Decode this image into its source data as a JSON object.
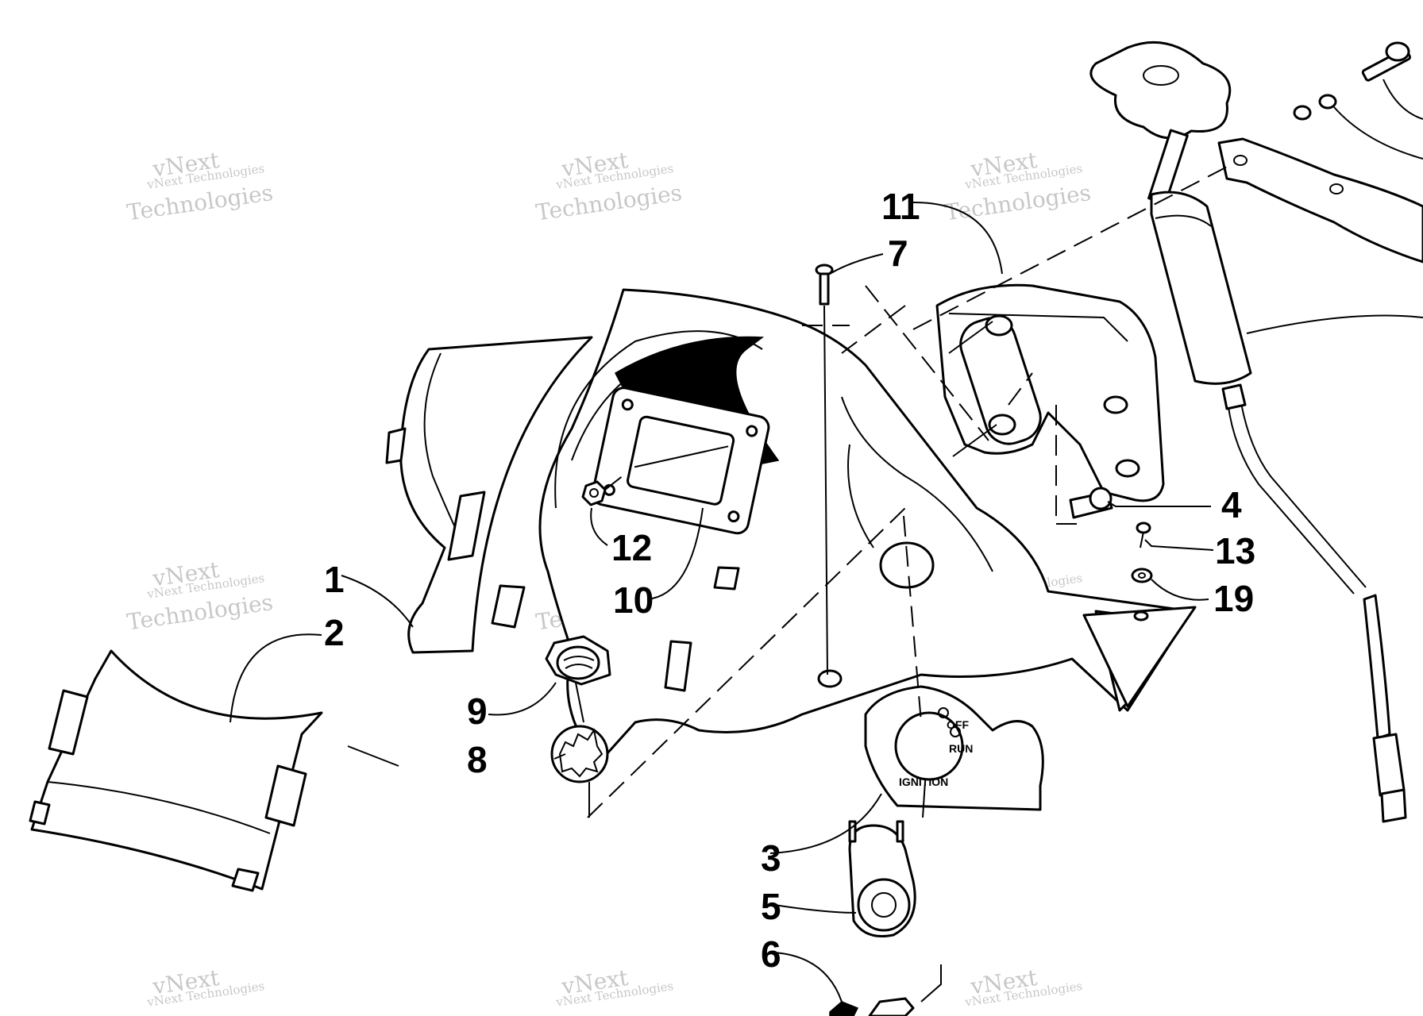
{
  "callouts": [
    {
      "id": "1",
      "label": "1"
    },
    {
      "id": "2",
      "label": "2"
    },
    {
      "id": "3",
      "label": "3"
    },
    {
      "id": "4",
      "label": "4"
    },
    {
      "id": "5",
      "label": "5"
    },
    {
      "id": "6",
      "label": "6"
    },
    {
      "id": "7",
      "label": "7"
    },
    {
      "id": "8",
      "label": "8"
    },
    {
      "id": "9",
      "label": "9"
    },
    {
      "id": "10",
      "label": "10"
    },
    {
      "id": "11",
      "label": "11"
    },
    {
      "id": "12",
      "label": "12"
    },
    {
      "id": "13",
      "label": "13"
    },
    {
      "id": "19",
      "label": "19"
    }
  ],
  "ignition_switch": {
    "off_label": "OFF",
    "run_label": "RUN",
    "plate_label": "IGNITION"
  },
  "watermark": {
    "line1": "vNext Technologies",
    "line2": "vNext",
    "line3": "Technologies"
  },
  "colors": {
    "line": "#000000",
    "background": "#ffffff",
    "watermark": "#9a9a9a"
  }
}
